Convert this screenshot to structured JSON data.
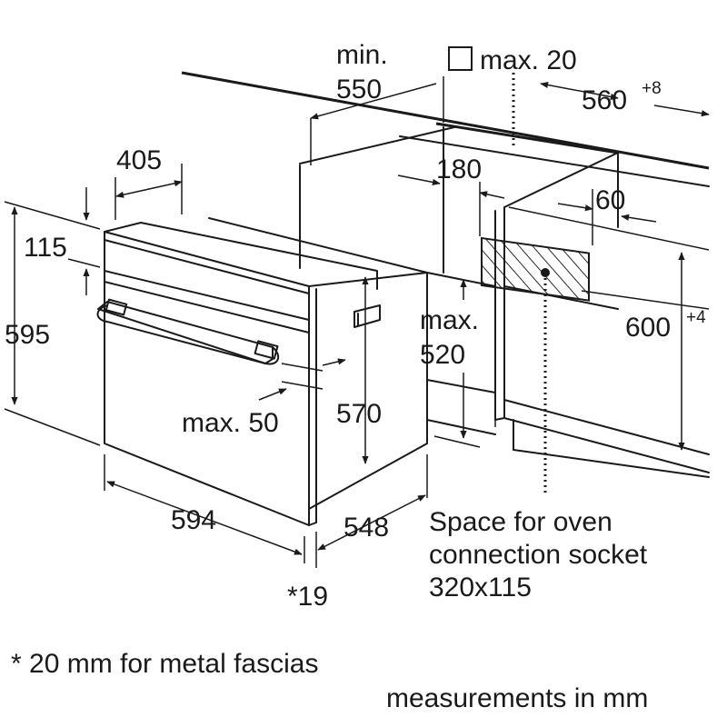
{
  "labels": {
    "min": "min.",
    "min_value": "550",
    "max20": "max. 20",
    "w560": "560",
    "w560_tol": "+8",
    "d405": "405",
    "d180": "180",
    "d60": "60",
    "h115": "115",
    "h595": "595",
    "max_top": "max.",
    "max520": "520",
    "h600": "600",
    "h600_tol": "+4",
    "max50": "max. 50",
    "h570": "570",
    "w594": "594",
    "d548": "548",
    "star19": "*19",
    "socket_line1": "Space for oven",
    "socket_line2": "connection socket",
    "socket_line3": "320x115",
    "footnote": "* 20 mm for metal fascias",
    "units": "measurements in mm"
  },
  "colors": {
    "line": "#1a1a1a",
    "background": "#ffffff"
  }
}
